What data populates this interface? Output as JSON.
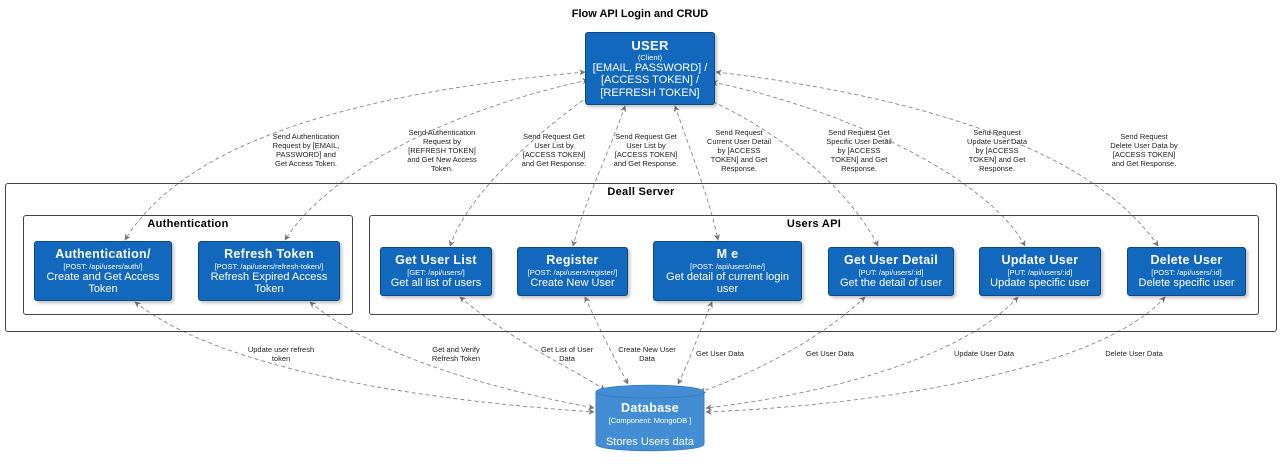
{
  "title": "Flow API Login and CRUD",
  "user": {
    "name": "USER",
    "tech": "(Client)",
    "desc": "[EMAIL, PASSWORD] /\n[ACCESS TOKEN] /\n[REFRESH TOKEN]"
  },
  "boundaries": {
    "server": "Deall Server",
    "auth": "Authentication",
    "users_api": "Users API"
  },
  "components": [
    {
      "id": "auth",
      "name": "Authentication/",
      "tech": "[POST: /api/users/auth/]",
      "desc": "Create and Get Access\nToken"
    },
    {
      "id": "refresh",
      "name": "Refresh Token",
      "tech": "[POST: /api/users/refresh-token/]",
      "desc": "Refresh Expired Access\nToken"
    },
    {
      "id": "list",
      "name": "Get User List",
      "tech": "[GET: /api/users/]",
      "desc": "Get all list of users"
    },
    {
      "id": "register",
      "name": "Register",
      "tech": "[POST: /api/users/register/]",
      "desc": "Create New User"
    },
    {
      "id": "me",
      "name": "M e",
      "tech": "[POST: /api/users/me/]",
      "desc": "Get detail of current login\nuser"
    },
    {
      "id": "detail",
      "name": "Get User Detail",
      "tech": "[PUT: /api/users/:id]",
      "desc": "Get the detail of user"
    },
    {
      "id": "update",
      "name": "Update User",
      "tech": "[PUT: /api/users/:id]",
      "desc": "Update specific user"
    },
    {
      "id": "delete",
      "name": "Delete User",
      "tech": "[POST: /api/users/:id]",
      "desc": "Delete specific user"
    }
  ],
  "database": {
    "name": "Database",
    "tech": "[Component: MongoDB ]",
    "desc": "Stores Users data"
  },
  "user_edges": [
    "Send Authentication\nRequest by [EMAIL,\nPASSWORD] and\nGet Access Token.",
    "Send Authentication\nRequest by\n[REFRESH TOKEN]\nand Get New Access\nToken.",
    "Send Request Get\nUser List by\n[ACCESS TOKEN]\nand Get Response.",
    "Send Request Get\nUser List by\n[ACCESS TOKEN]\nand Get Response.",
    "Send Request\nCurrent User Detail\nby [ACCESS\nTOKEN] and Get\nResponse.",
    "Send Request Get\nSpecific User Detail\nby [ACCESS\nTOKEN] and Get\nResponse.",
    "Send Request\nUpdate User Data\nby [ACCESS\nTOKEN] and Get\nResponse.",
    "Send Request\nDelete User Data by\n[ACCESS TOKEN]\nand Get Response."
  ],
  "db_edges": [
    "Update user refresh\ntoken",
    "Get and Verify\nRefresh Token",
    "Get List of User\nData",
    "Create New User\nData",
    "Get User Data",
    "Get User Data",
    "Update User Data",
    "Delete User Data"
  ],
  "colors": {
    "node_fill": "#1168bd",
    "node_border": "#0b4884",
    "database_fill": "#438dd5",
    "edge": "#777777"
  }
}
